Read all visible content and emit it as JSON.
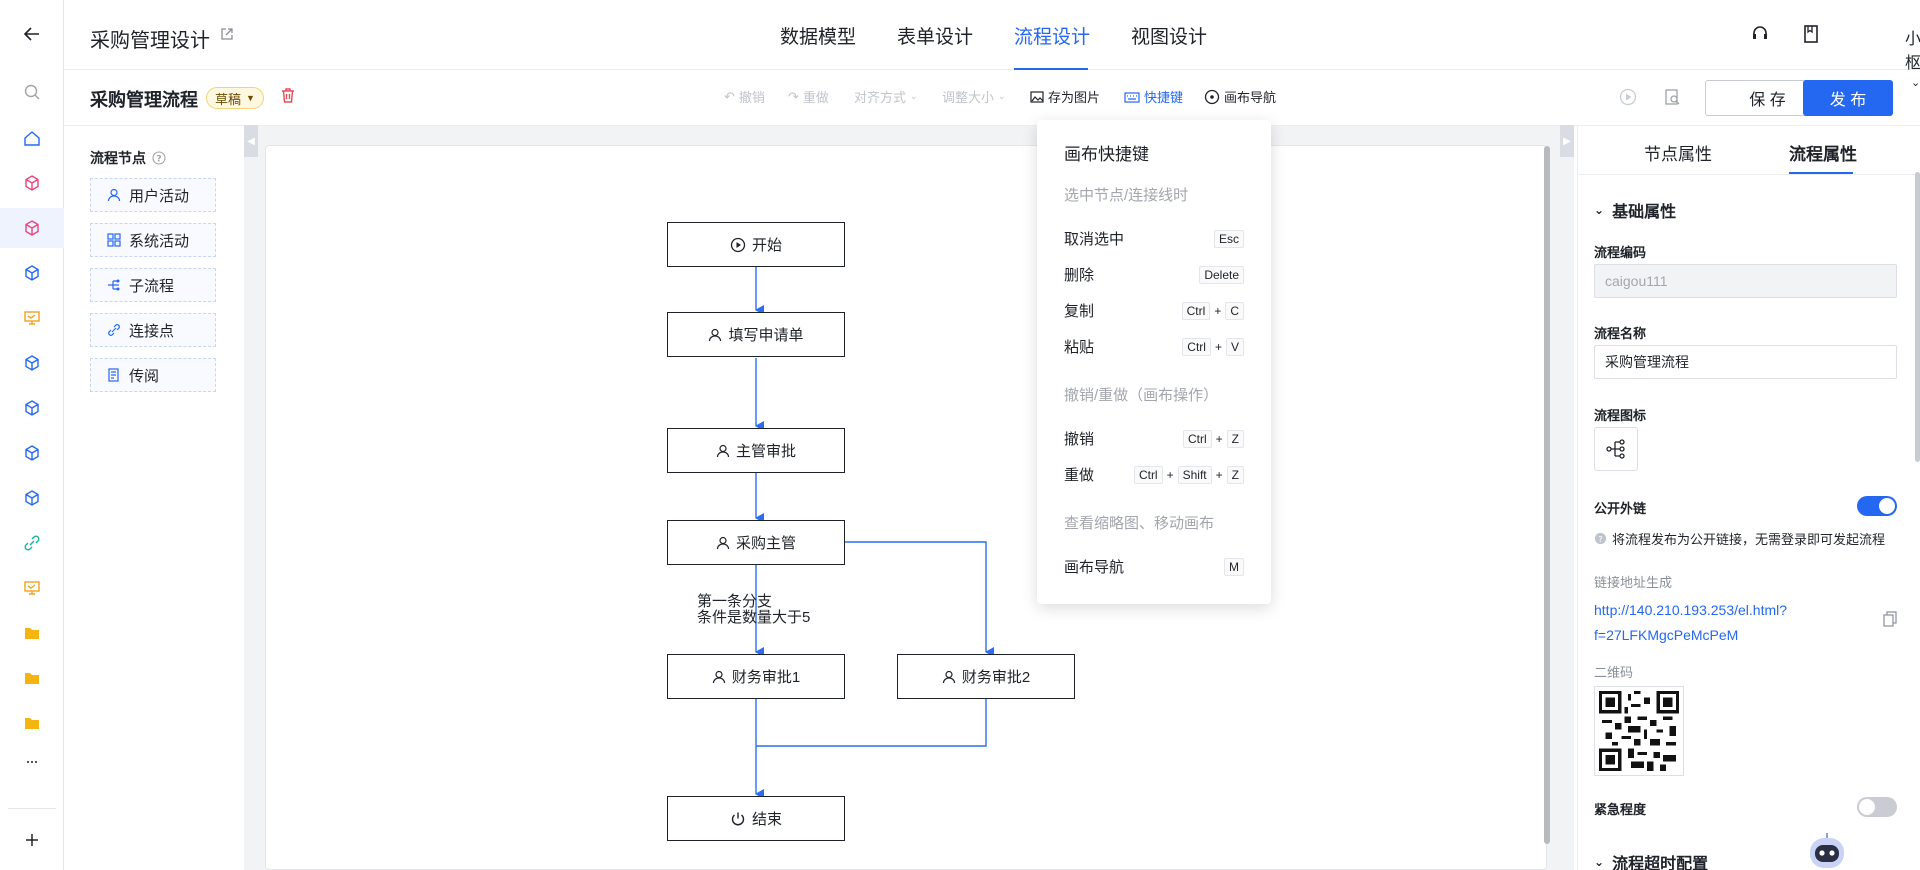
{
  "header": {
    "app_title": "采购管理设计",
    "tabs": [
      {
        "label": "数据模型"
      },
      {
        "label": "表单设计"
      },
      {
        "label": "流程设计",
        "active": true
      },
      {
        "label": "视图设计"
      }
    ],
    "username": "小枢"
  },
  "toolbar": {
    "flow_name": "采购管理流程",
    "status_tag": "草稿",
    "undo": "撤销",
    "redo": "重做",
    "align": "对齐方式",
    "resize": "调整大小",
    "save_image": "存为图片",
    "shortcuts": "快捷键",
    "navigator": "画布导航",
    "save_label": "保 存",
    "publish_label": "发 布"
  },
  "palette": {
    "title": "流程节点",
    "items": [
      {
        "label": "用户活动",
        "icon": "user-icon"
      },
      {
        "label": "系统活动",
        "icon": "grid-icon"
      },
      {
        "label": "子流程",
        "icon": "subflow-icon"
      },
      {
        "label": "连接点",
        "icon": "link-icon"
      },
      {
        "label": "传阅",
        "icon": "document-icon"
      }
    ]
  },
  "flow": {
    "nodes": {
      "start": "开始",
      "apply": "填写申请单",
      "manager": "主管审批",
      "purchase": "采购主管",
      "finance1": "财务审批1",
      "finance2": "财务审批2",
      "end": "结束"
    },
    "branch_label_line1": "第一条分支",
    "branch_label_line2": "条件是数量大于5"
  },
  "shortcut_popup": {
    "title": "画布快捷键",
    "sections": [
      {
        "title": "选中节点/连接线时",
        "rows": [
          {
            "label": "取消选中",
            "keys": [
              "Esc"
            ]
          },
          {
            "label": "删除",
            "keys": [
              "Delete"
            ]
          },
          {
            "label": "复制",
            "keys": [
              "Ctrl",
              "C"
            ]
          },
          {
            "label": "粘贴",
            "keys": [
              "Ctrl",
              "V"
            ]
          }
        ]
      },
      {
        "title": "撤销/重做（画布操作）",
        "rows": [
          {
            "label": "撤销",
            "keys": [
              "Ctrl",
              "Z"
            ]
          },
          {
            "label": "重做",
            "keys": [
              "Ctrl",
              "Shift",
              "Z"
            ]
          }
        ]
      },
      {
        "title": "查看缩略图、移动画布",
        "rows": [
          {
            "label": "画布导航",
            "keys": [
              "M"
            ]
          }
        ]
      }
    ]
  },
  "right_panel": {
    "tab_node": "节点属性",
    "tab_flow": "流程属性",
    "section_basic": "基础属性",
    "code_label": "流程编码",
    "code_value": "caigou111",
    "name_label": "流程名称",
    "name_value": "采购管理流程",
    "icon_label": "流程图标",
    "public_link_label": "公开外链",
    "public_link_on": true,
    "public_link_hint": "将流程发布为公开链接，无需登录即可发起流程",
    "link_gen_label": "链接地址生成",
    "link_url_line1": "http://140.210.193.253/el.html?",
    "link_url_line2": "f=27LFKMgcPeMcPeM",
    "qrcode_label": "二维码",
    "urgency_label": "紧急程度",
    "urgency_on": false,
    "timeout_section": "流程超时配置"
  },
  "colors": {
    "accent": "#2468f2",
    "edge": "#2b6ef3",
    "delete": "#e34d59"
  }
}
